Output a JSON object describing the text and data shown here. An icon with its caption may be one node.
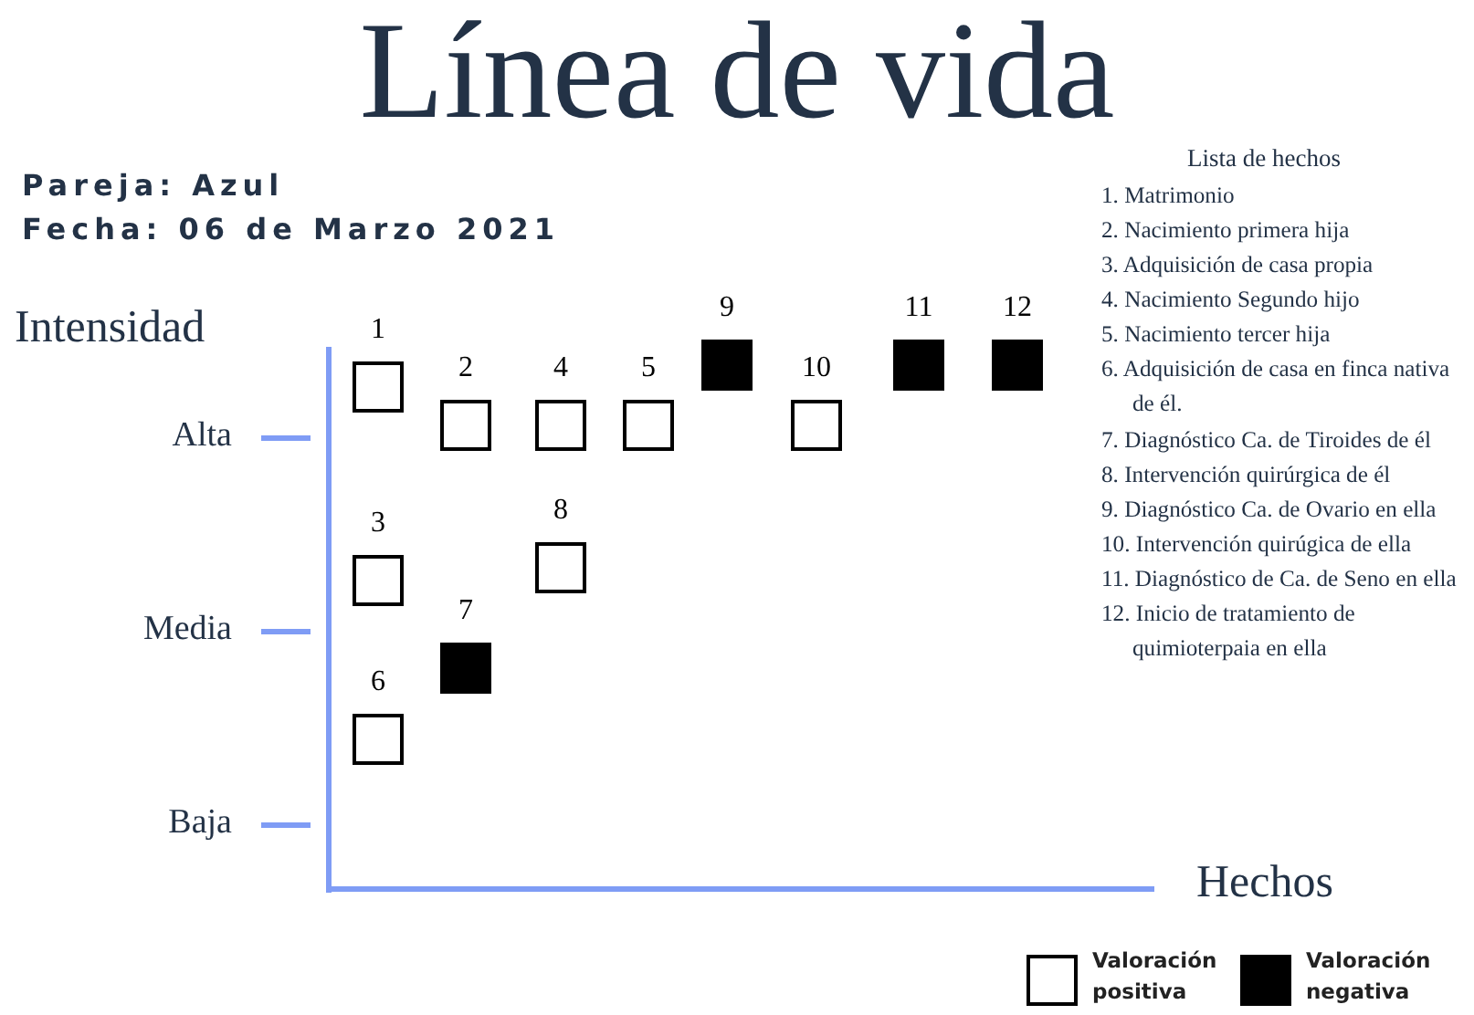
{
  "diagram": {
    "title": "Línea de vida",
    "nodes": [
      {
        "text": [],
        "shape": "box",
        "beside": [
          "1"
        ]
      },
      {
        "text": [],
        "shape": "box",
        "beside": [
          "2"
        ]
      },
      {
        "text": [],
        "shape": "box",
        "beside": [
          "3"
        ]
      },
      {
        "text": [],
        "shape": "box",
        "beside": [
          "4"
        ]
      },
      {
        "text": [],
        "shape": "box",
        "beside": [
          "5"
        ]
      },
      {
        "text": [],
        "shape": "box",
        "beside": [
          "6"
        ]
      },
      {
        "text": [],
        "shape": "block",
        "beside": [
          "7"
        ]
      },
      {
        "text": [],
        "shape": "box",
        "beside": [
          "8"
        ]
      },
      {
        "text": [],
        "shape": "block",
        "beside": [
          "9"
        ]
      },
      {
        "text": [],
        "shape": "box",
        "beside": [
          "10"
        ]
      },
      {
        "text": [],
        "shape": "block",
        "beside": [
          "11"
        ]
      },
      {
        "text": [],
        "shape": "block",
        "beside": [
          "12"
        ]
      }
    ],
    "labels": [
      "Pareja: Azul",
      "Fecha:  06 de Marzo 2021",
      "Intensidad",
      "Alta",
      "Media",
      "Baja",
      "Hechos",
      "Lista de hechos",
      "1. Matrimonio",
      "2. Nacimiento  primera hija",
      "3. Adquisición de casa propia",
      "4. Nacimiento Segundo hijo",
      "5. Nacimiento tercer hija",
      "6. Adquisición de casa en finca nativa de él.",
      "7. Diagnóstico Ca. de Tiroides de él",
      "8. Intervención quirúrgica de él",
      "9. Diagnóstico Ca. de Ovario en ella",
      "10. Intervención quirúgica de ella",
      "11. Diagnóstico de Ca. de Seno en ella",
      "12. Inicio de tratamiento de quimioterpaia en ella"
    ],
    "legend": [
      {
        "text": "Valoración positiva",
        "color": "#ffffff"
      },
      {
        "text": "Valoración negativa",
        "color": "#000000"
      }
    ]
  }
}
